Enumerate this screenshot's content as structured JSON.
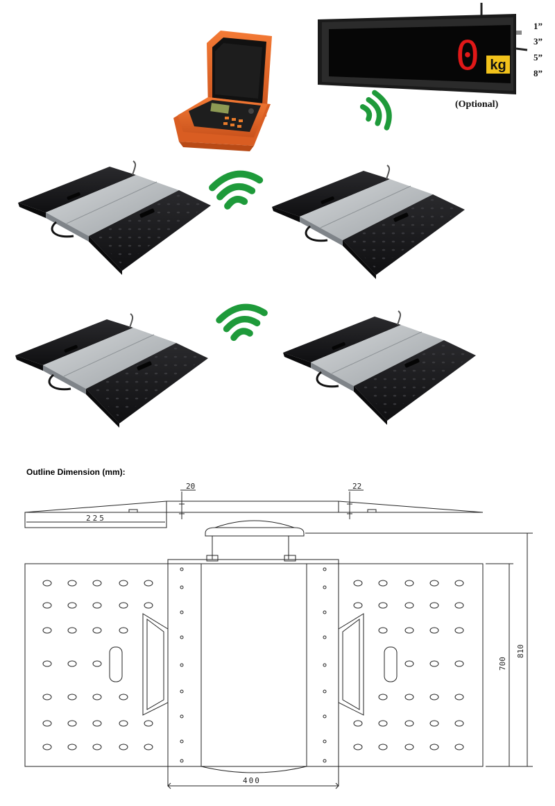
{
  "display": {
    "digit": "0",
    "unit": "kg",
    "sizes": [
      "1”",
      "3”",
      "5”",
      "8”"
    ],
    "optional_label": "(Optional)"
  },
  "drawing": {
    "title": "Outline Dimension (mm):",
    "dims": {
      "d20": "20",
      "d22": "22",
      "d225": "225",
      "d400": "400",
      "d700": "700",
      "d810": "810"
    }
  },
  "colors": {
    "case_orange": "#e8672a",
    "wifi_green": "#1e9a3a",
    "display_red": "#e01818",
    "unit_yellow": "#f2c21b",
    "pad_black": "#1b1b1d",
    "pad_center": "#b9bdc0"
  },
  "icons": [
    "wireless-signal-icon",
    "weighing-pad-icon",
    "indicator-case-icon",
    "display-board-icon"
  ]
}
